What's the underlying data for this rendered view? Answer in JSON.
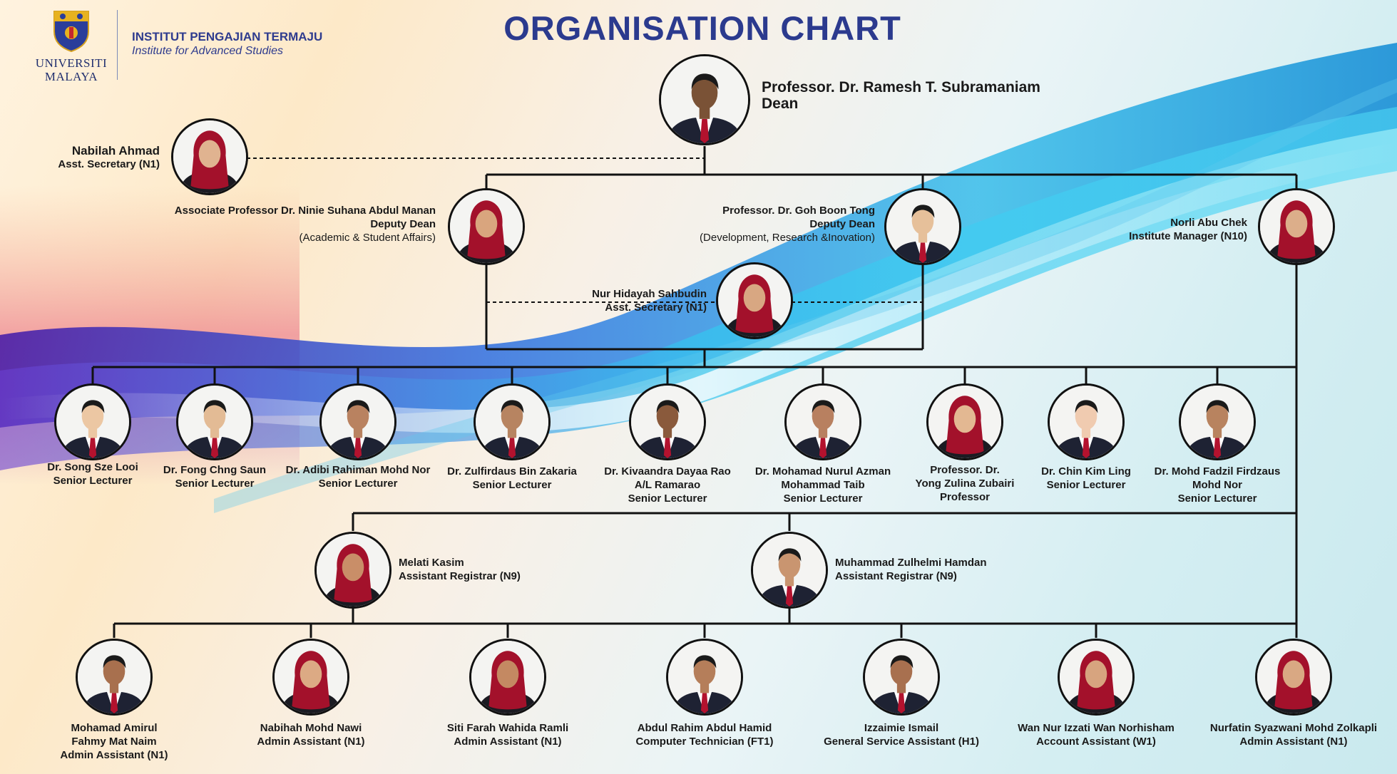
{
  "header": {
    "university_line1": "UNIVERSITI",
    "university_line2": "MALAYA",
    "institute_malay": "INSTITUT PENGAJIAN TERMAJU",
    "institute_english": "Institute for Advanced Studies",
    "title": "ORGANISATION CHART"
  },
  "dean": {
    "name": "Professor. Dr. Ramesh T. Subramaniam",
    "role": "Dean",
    "hijab": false,
    "skin": "#7a5236"
  },
  "secretary_top": {
    "name": "Nabilah Ahmad",
    "role": "Asst. Secretary (N1)",
    "hijab": true,
    "skin": "#e0b390"
  },
  "deputy_1": {
    "name": "Associate Professor Dr. Ninie Suhana Abdul Manan",
    "role": "Deputy Dean",
    "detail": "(Academic & Student Affairs)",
    "hijab": true,
    "skin": "#d9a57e"
  },
  "deputy_2": {
    "name": "Professor. Dr. Goh Boon Tong",
    "role": "Deputy Dean",
    "detail": "(Development, Research &Inovation)",
    "hijab": false,
    "skin": "#e6c09a"
  },
  "manager": {
    "name": "Norli Abu Chek",
    "role": "Institute Manager (N10)",
    "hijab": true,
    "skin": "#dcae8a"
  },
  "secretary_mid": {
    "name": "Nur Hidayah Sahbudin",
    "role": "Asst. Secretary (N1)",
    "hijab": true,
    "skin": "#d8a782"
  },
  "lecturers": [
    {
      "name": [
        "Dr. Song Sze Looi"
      ],
      "role": "Senior Lecturer",
      "hijab": false,
      "skin": "#ecc7a3"
    },
    {
      "name": [
        "Dr. Fong Chng Saun"
      ],
      "role": "Senior Lecturer",
      "hijab": false,
      "skin": "#e3bb95"
    },
    {
      "name": [
        "Dr. Adibi Rahiman Mohd Nor"
      ],
      "role": "Senior Lecturer",
      "hijab": false,
      "skin": "#b98260"
    },
    {
      "name": [
        "Dr. Zulfirdaus Bin Zakaria"
      ],
      "role": "Senior Lecturer",
      "hijab": false,
      "skin": "#b78461"
    },
    {
      "name": [
        "Dr. Kivaandra Dayaa Rao",
        "A/L Ramarao"
      ],
      "role": "Senior Lecturer",
      "hijab": false,
      "skin": "#8a5a3c"
    },
    {
      "name": [
        "Dr. Mohamad Nurul Azman",
        "Mohammad Taib"
      ],
      "role": "Senior Lecturer",
      "hijab": false,
      "skin": "#b88060"
    },
    {
      "name": [
        "Professor. Dr.",
        "Yong Zulina Zubairi"
      ],
      "role": "Professor",
      "hijab": true,
      "skin": "#e3b892"
    },
    {
      "name": [
        "Dr. Chin Kim Ling"
      ],
      "role": "Senior Lecturer",
      "hijab": false,
      "skin": "#f0cbb0"
    },
    {
      "name": [
        "Dr. Mohd Fadzil Firdzaus",
        "Mohd Nor"
      ],
      "role": "Senior Lecturer",
      "hijab": false,
      "skin": "#b8835f"
    }
  ],
  "registrars": [
    {
      "name": "Melati Kasim",
      "role": "Assistant Registrar (N9)",
      "hijab": true,
      "skin": "#c98e68"
    },
    {
      "name": "Muhammad Zulhelmi Hamdan",
      "role": "Assistant Registrar (N9)",
      "hijab": false,
      "skin": "#c99570"
    }
  ],
  "staff": [
    {
      "name": [
        "Mohamad Amirul",
        "Fahmy Mat Naim"
      ],
      "role": "Admin Assistant (N1)",
      "hijab": false,
      "skin": "#a8704e"
    },
    {
      "name": [
        "Nabihah Mohd Nawi"
      ],
      "role": "Admin Assistant (N1)",
      "hijab": true,
      "skin": "#dcaa84"
    },
    {
      "name": [
        "Siti Farah Wahida Ramli"
      ],
      "role": "Admin Assistant (N1)",
      "hijab": true,
      "skin": "#c48962"
    },
    {
      "name": [
        "Abdul Rahim Abdul Hamid"
      ],
      "role": "Computer Technician (FT1)",
      "hijab": false,
      "skin": "#b57e5a"
    },
    {
      "name": [
        "Izzaimie Ismail"
      ],
      "role": "General Service Assistant (H1)",
      "hijab": false,
      "skin": "#a8704f"
    },
    {
      "name": [
        "Wan Nur Izzati Wan Norhisham"
      ],
      "role": "Account Assistant (W1)",
      "hijab": true,
      "skin": "#d7a47f"
    },
    {
      "name": [
        "Nurfatin Syazwani Mohd Zolkapli"
      ],
      "role": "Admin Assistant (N1)",
      "hijab": true,
      "skin": "#d9a883"
    }
  ],
  "colors": {
    "title": "#2b3a8e",
    "accent_tie": "#b3122e",
    "hijab": "#a3112b",
    "line": "#111111",
    "suit": "#1e2233"
  }
}
